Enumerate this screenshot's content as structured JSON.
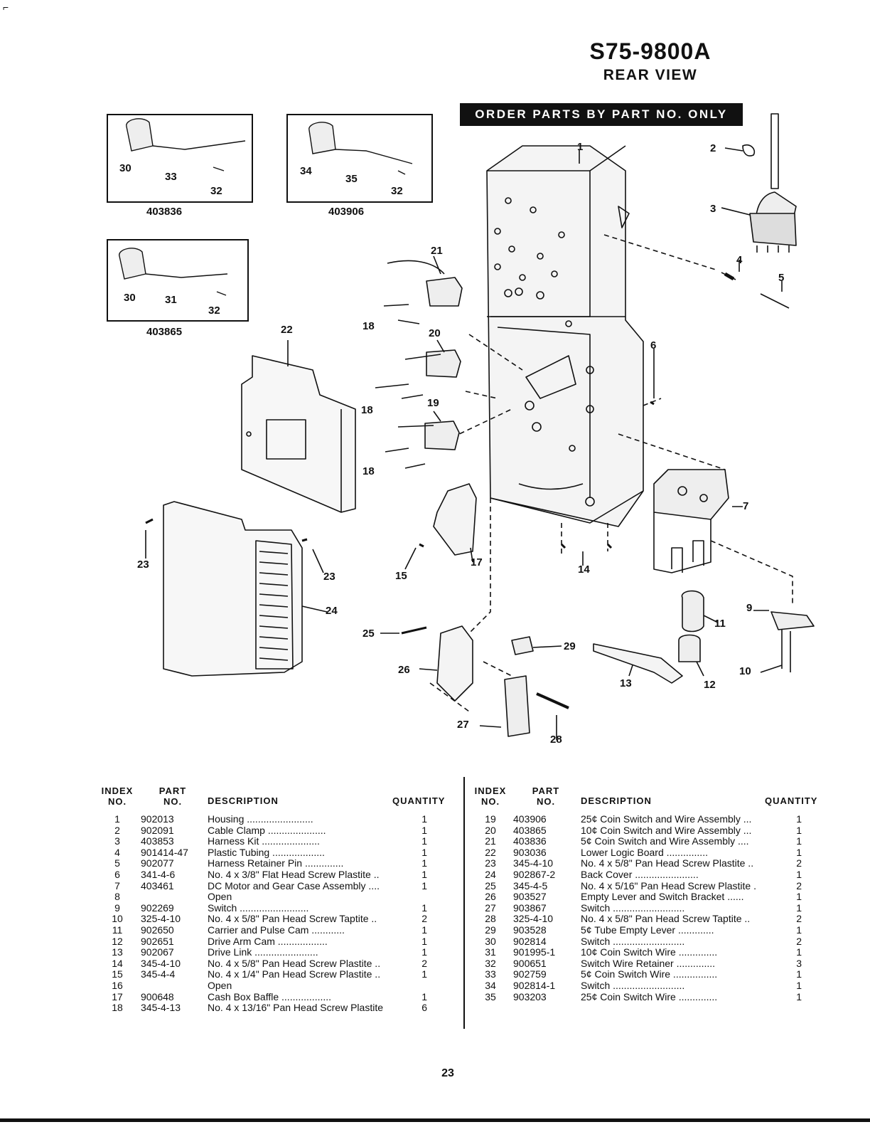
{
  "header": {
    "title": "S75-9800A",
    "subtitle": "REAR VIEW",
    "order_banner": "ORDER PARTS BY PART NO. ONLY"
  },
  "insets": [
    {
      "part_number": "403836",
      "callouts": [
        "30",
        "33",
        "32"
      ]
    },
    {
      "part_number": "403906",
      "callouts": [
        "34",
        "35",
        "32"
      ]
    },
    {
      "part_number": "403865",
      "callouts": [
        "30",
        "31",
        "32"
      ]
    }
  ],
  "callouts": [
    "1",
    "2",
    "3",
    "4",
    "5",
    "6",
    "7",
    "9",
    "10",
    "11",
    "12",
    "13",
    "14",
    "15",
    "17",
    "18",
    "18",
    "18",
    "19",
    "20",
    "21",
    "22",
    "23",
    "23",
    "24",
    "25",
    "26",
    "27",
    "28",
    "29"
  ],
  "table": {
    "headers": {
      "index": [
        "INDEX",
        "NO."
      ],
      "part": [
        "PART",
        "NO."
      ],
      "description": "DESCRIPTION",
      "quantity": "QUANTITY"
    },
    "left_rows": [
      {
        "index": "1",
        "part": "902013",
        "desc": "Housing ........................",
        "qty": "1"
      },
      {
        "index": "2",
        "part": "902091",
        "desc": "Cable Clamp .....................",
        "qty": "1"
      },
      {
        "index": "3",
        "part": "403853",
        "desc": "Harness Kit .....................",
        "qty": "1"
      },
      {
        "index": "4",
        "part": "901414-47",
        "desc": "Plastic Tubing ...................",
        "qty": "1"
      },
      {
        "index": "5",
        "part": "902077",
        "desc": "Harness Retainer Pin ..............",
        "qty": "1"
      },
      {
        "index": "6",
        "part": "341-4-6",
        "desc": "No. 4 x 3/8\" Flat Head Screw Plastite ..",
        "qty": "1"
      },
      {
        "index": "7",
        "part": "403461",
        "desc": "DC Motor and Gear Case Assembly ....",
        "qty": "1"
      },
      {
        "index": "8",
        "part": "",
        "desc": "Open",
        "qty": ""
      },
      {
        "index": "9",
        "part": "902269",
        "desc": "Switch .........................",
        "qty": "1"
      },
      {
        "index": "10",
        "part": "325-4-10",
        "desc": "No. 4 x 5/8\" Pan Head Screw Taptite ..",
        "qty": "2"
      },
      {
        "index": "11",
        "part": "902650",
        "desc": "Carrier and Pulse Cam ............",
        "qty": "1"
      },
      {
        "index": "12",
        "part": "902651",
        "desc": "Drive Arm Cam ..................",
        "qty": "1"
      },
      {
        "index": "13",
        "part": "902067",
        "desc": "Drive Link .......................",
        "qty": "1"
      },
      {
        "index": "14",
        "part": "345-4-10",
        "desc": "No. 4 x 5/8\" Pan Head Screw Plastite ..",
        "qty": "2"
      },
      {
        "index": "15",
        "part": "345-4-4",
        "desc": "No. 4 x 1/4\" Pan Head Screw Plastite ..",
        "qty": "1"
      },
      {
        "index": "16",
        "part": "",
        "desc": "Open",
        "qty": ""
      },
      {
        "index": "17",
        "part": "900648",
        "desc": "Cash Box Baffle ..................",
        "qty": "1"
      },
      {
        "index": "18",
        "part": "345-4-13",
        "desc": "No. 4 x 13/16\" Pan Head Screw Plastite",
        "qty": "6"
      }
    ],
    "right_rows": [
      {
        "index": "19",
        "part": "403906",
        "desc": "25¢ Coin Switch and Wire Assembly ...",
        "qty": "1"
      },
      {
        "index": "20",
        "part": "403865",
        "desc": "10¢ Coin Switch and Wire Assembly ...",
        "qty": "1"
      },
      {
        "index": "21",
        "part": "403836",
        "desc": "5¢ Coin Switch and Wire Assembly ....",
        "qty": "1"
      },
      {
        "index": "22",
        "part": "903036",
        "desc": "Lower Logic Board ...............",
        "qty": "1"
      },
      {
        "index": "23",
        "part": "345-4-10",
        "desc": "No. 4 x 5/8\" Pan Head Screw Plastite ..",
        "qty": "2"
      },
      {
        "index": "24",
        "part": "902867-2",
        "desc": "Back Cover .......................",
        "qty": "1"
      },
      {
        "index": "25",
        "part": "345-4-5",
        "desc": "No. 4 x 5/16\" Pan Head Screw Plastite .",
        "qty": "2"
      },
      {
        "index": "26",
        "part": "903527",
        "desc": "Empty Lever and Switch Bracket ......",
        "qty": "1"
      },
      {
        "index": "27",
        "part": "903867",
        "desc": "Switch ..........................",
        "qty": "1"
      },
      {
        "index": "28",
        "part": "325-4-10",
        "desc": "No. 4 x 5/8\" Pan Head Screw Taptite ..",
        "qty": "2"
      },
      {
        "index": "29",
        "part": "903528",
        "desc": "5¢ Tube Empty Lever .............",
        "qty": "1"
      },
      {
        "index": "30",
        "part": "902814",
        "desc": "Switch ..........................",
        "qty": "2"
      },
      {
        "index": "31",
        "part": "901995-1",
        "desc": "10¢ Coin Switch Wire ..............",
        "qty": "1"
      },
      {
        "index": "32",
        "part": "900651",
        "desc": "Switch Wire Retainer ..............",
        "qty": "3"
      },
      {
        "index": "33",
        "part": "902759",
        "desc": "5¢ Coin Switch Wire ................",
        "qty": "1"
      },
      {
        "index": "34",
        "part": "902814-1",
        "desc": "Switch ..........................",
        "qty": "1"
      },
      {
        "index": "35",
        "part": "903203",
        "desc": "25¢ Coin Switch Wire ..............",
        "qty": "1"
      }
    ]
  },
  "page_number": "23"
}
